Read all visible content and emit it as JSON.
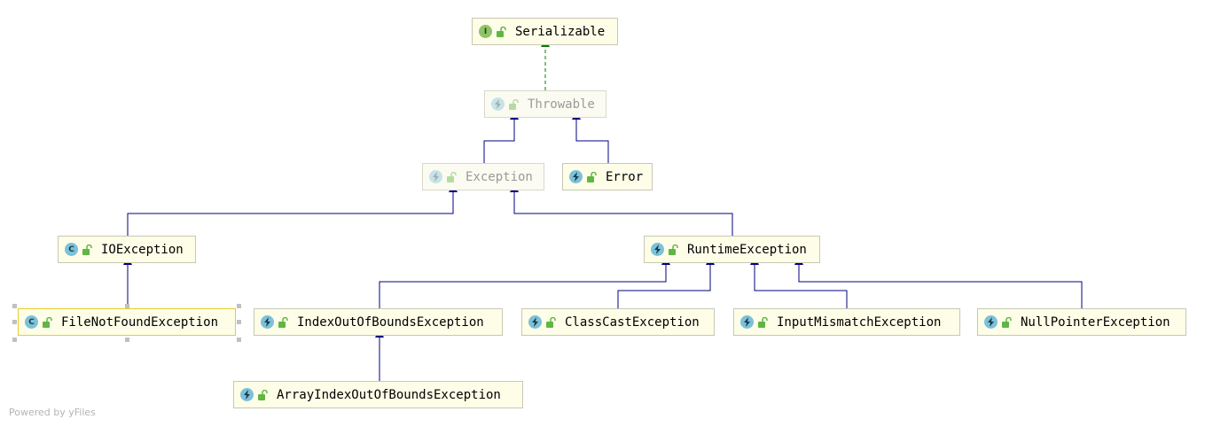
{
  "colors": {
    "node_fill": "#fdfde8",
    "node_border": "#c8c8b4",
    "inheritance_edge": "#000080",
    "implements_edge": "#008000",
    "selection_border": "#e8cd2b"
  },
  "nodes": {
    "serializable": {
      "label": "Serializable",
      "kind": "interface",
      "badge": "I"
    },
    "throwable": {
      "label": "Throwable",
      "kind": "exception",
      "abstract": true
    },
    "exception": {
      "label": "Exception",
      "kind": "exception",
      "abstract": true
    },
    "error": {
      "label": "Error",
      "kind": "exception"
    },
    "ioexception": {
      "label": "IOException",
      "kind": "class",
      "badge": "C"
    },
    "runtimeexception": {
      "label": "RuntimeException",
      "kind": "exception"
    },
    "filenotfoundexception": {
      "label": "FileNotFoundException",
      "kind": "class",
      "badge": "C",
      "selected": true
    },
    "indexoutofboundsexception": {
      "label": "IndexOutOfBoundsException",
      "kind": "exception"
    },
    "classcastexception": {
      "label": "ClassCastException",
      "kind": "exception"
    },
    "inputmismatchexception": {
      "label": "InputMismatchException",
      "kind": "exception"
    },
    "nullpointerexception": {
      "label": "NullPointerException",
      "kind": "exception"
    },
    "arrayindexoutofboundsexception": {
      "label": "ArrayIndexOutOfBoundsException",
      "kind": "exception"
    }
  },
  "edges": [
    {
      "from": "throwable",
      "to": "serializable",
      "type": "implements"
    },
    {
      "from": "exception",
      "to": "throwable",
      "type": "extends"
    },
    {
      "from": "error",
      "to": "throwable",
      "type": "extends"
    },
    {
      "from": "ioexception",
      "to": "exception",
      "type": "extends"
    },
    {
      "from": "runtimeexception",
      "to": "exception",
      "type": "extends"
    },
    {
      "from": "filenotfoundexception",
      "to": "ioexception",
      "type": "extends"
    },
    {
      "from": "indexoutofboundsexception",
      "to": "runtimeexception",
      "type": "extends"
    },
    {
      "from": "classcastexception",
      "to": "runtimeexception",
      "type": "extends"
    },
    {
      "from": "inputmismatchexception",
      "to": "runtimeexception",
      "type": "extends"
    },
    {
      "from": "nullpointerexception",
      "to": "runtimeexception",
      "type": "extends"
    },
    {
      "from": "arrayindexoutofboundsexception",
      "to": "indexoutofboundsexception",
      "type": "extends"
    }
  ],
  "footer": {
    "credit": "Powered by yFiles"
  }
}
